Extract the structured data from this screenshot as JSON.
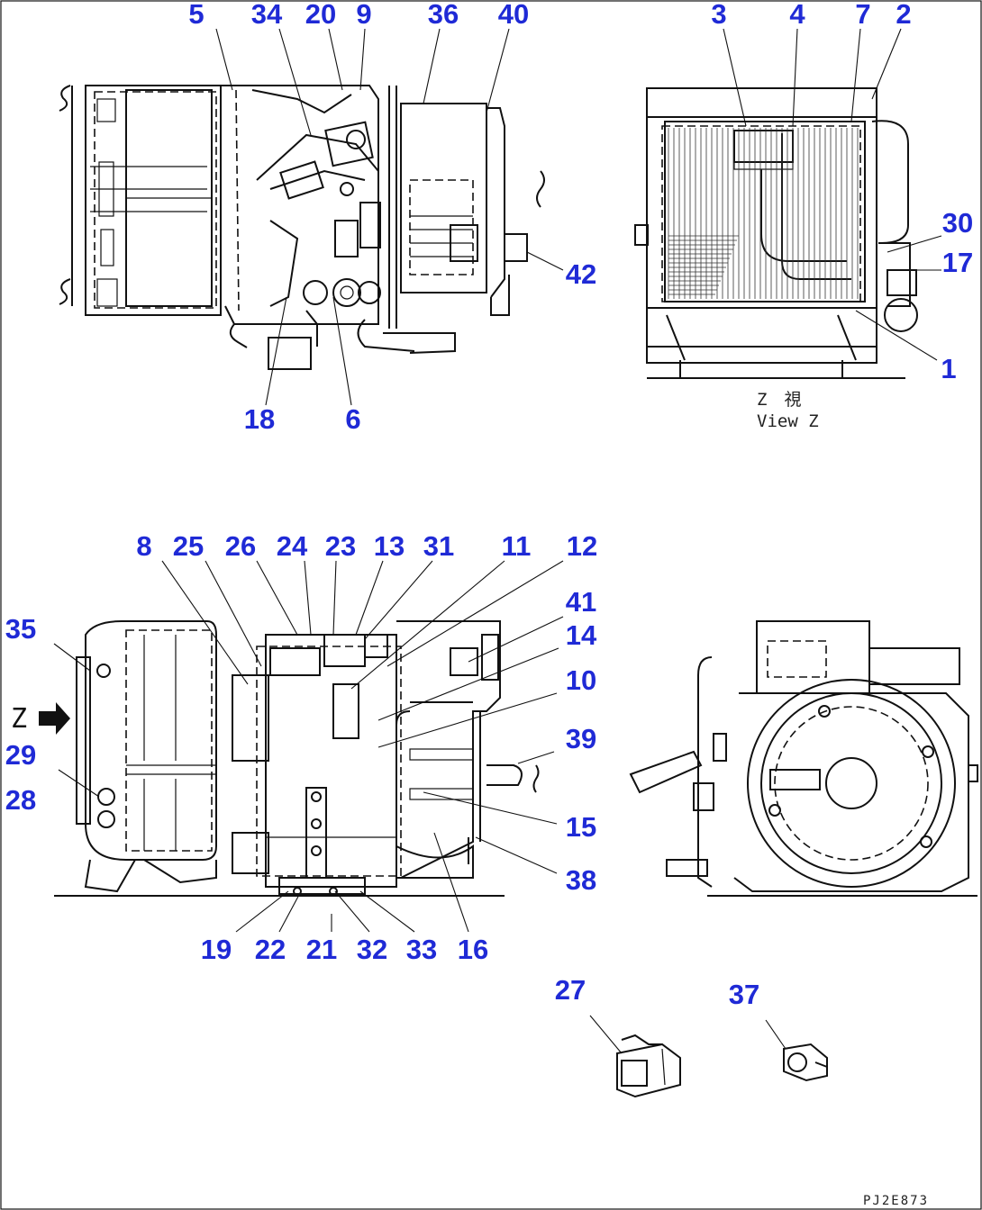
{
  "views": {
    "top_left": {
      "callouts": [
        {
          "id": "c5",
          "text": "5"
        },
        {
          "id": "c34",
          "text": "34"
        },
        {
          "id": "c20",
          "text": "20"
        },
        {
          "id": "c9",
          "text": "9"
        },
        {
          "id": "c36",
          "text": "36"
        },
        {
          "id": "c40",
          "text": "40"
        },
        {
          "id": "c42",
          "text": "42"
        },
        {
          "id": "c18",
          "text": "18"
        },
        {
          "id": "c6",
          "text": "6"
        }
      ]
    },
    "view_z": {
      "caption_jp": "Z　視",
      "caption_en": "View Z",
      "callouts": [
        {
          "id": "c3",
          "text": "3"
        },
        {
          "id": "c4",
          "text": "4"
        },
        {
          "id": "c7",
          "text": "7"
        },
        {
          "id": "c2",
          "text": "2"
        },
        {
          "id": "c30",
          "text": "30"
        },
        {
          "id": "c17",
          "text": "17"
        },
        {
          "id": "c1",
          "text": "1"
        }
      ]
    },
    "front": {
      "z_marker": "Z",
      "callouts": [
        {
          "id": "c8",
          "text": "8"
        },
        {
          "id": "c25",
          "text": "25"
        },
        {
          "id": "c26",
          "text": "26"
        },
        {
          "id": "c24",
          "text": "24"
        },
        {
          "id": "c23",
          "text": "23"
        },
        {
          "id": "c13",
          "text": "13"
        },
        {
          "id": "c31",
          "text": "31"
        },
        {
          "id": "c11",
          "text": "11"
        },
        {
          "id": "c12",
          "text": "12"
        },
        {
          "id": "c41",
          "text": "41"
        },
        {
          "id": "c14",
          "text": "14"
        },
        {
          "id": "c10",
          "text": "10"
        },
        {
          "id": "c39",
          "text": "39"
        },
        {
          "id": "c35",
          "text": "35"
        },
        {
          "id": "c29",
          "text": "29"
        },
        {
          "id": "c28",
          "text": "28"
        },
        {
          "id": "c15",
          "text": "15"
        },
        {
          "id": "c38",
          "text": "38"
        },
        {
          "id": "c19",
          "text": "19"
        },
        {
          "id": "c22",
          "text": "22"
        },
        {
          "id": "c21",
          "text": "21"
        },
        {
          "id": "c32",
          "text": "32"
        },
        {
          "id": "c33",
          "text": "33"
        },
        {
          "id": "c16",
          "text": "16"
        }
      ]
    },
    "parts": {
      "callouts": [
        {
          "id": "c27",
          "text": "27"
        },
        {
          "id": "c37",
          "text": "37"
        }
      ]
    }
  },
  "drawing_code": "PJ2E873",
  "colors": {
    "callout": "#1f2ad6",
    "line": "#111111",
    "background": "#ffffff"
  }
}
